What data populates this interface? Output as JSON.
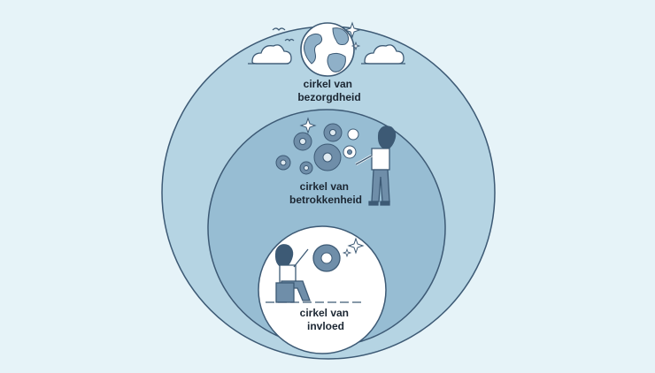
{
  "diagram": {
    "outer_circle": {
      "label_line1": "cirkel van",
      "label_line2": "bezorgdheid"
    },
    "middle_circle": {
      "label_line1": "cirkel van",
      "label_line2": "betrokkenheid"
    },
    "inner_circle": {
      "label_line1": "cirkel van",
      "label_line2": "invloed"
    }
  },
  "colors": {
    "background": "#e6f3f8",
    "outer_fill": "#b5d4e3",
    "middle_fill": "#97bdd3",
    "inner_fill": "#ffffff",
    "stroke": "#3d5a75",
    "gear": "#6f8ea9",
    "skin": "#ffffff"
  }
}
